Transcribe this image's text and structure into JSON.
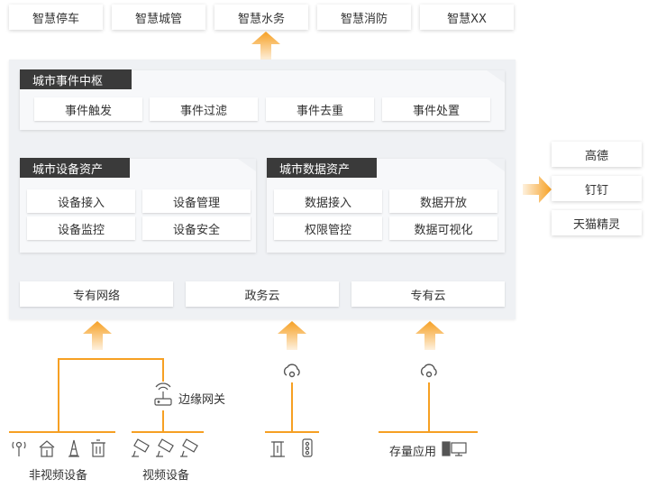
{
  "top_apps": [
    "智慧停车",
    "智慧城管",
    "智慧水务",
    "智慧消防",
    "智慧XX"
  ],
  "event_hub": {
    "title": "城市事件中枢",
    "items": [
      "事件触发",
      "事件过滤",
      "事件去重",
      "事件处置"
    ]
  },
  "device_assets": {
    "title": "城市设备资产",
    "items": [
      "设备接入",
      "设备管理",
      "设备监控",
      "设备安全"
    ]
  },
  "data_assets": {
    "title": "城市数据资产",
    "items": [
      "数据接入",
      "数据开放",
      "权限管控",
      "数据可视化"
    ]
  },
  "clouds": [
    "专有网络",
    "政务云",
    "专有云"
  ],
  "right_apps": [
    "高德",
    "钉钉",
    "天猫精灵"
  ],
  "edge_gateway": "边缘网关",
  "non_video_devices": "非视频设备",
  "video_devices": "视频设备",
  "legacy_apps": "存量应用",
  "colors": {
    "accent": "#f6a023",
    "tag": "#3a3a3a",
    "panel": "#eff1f4"
  }
}
